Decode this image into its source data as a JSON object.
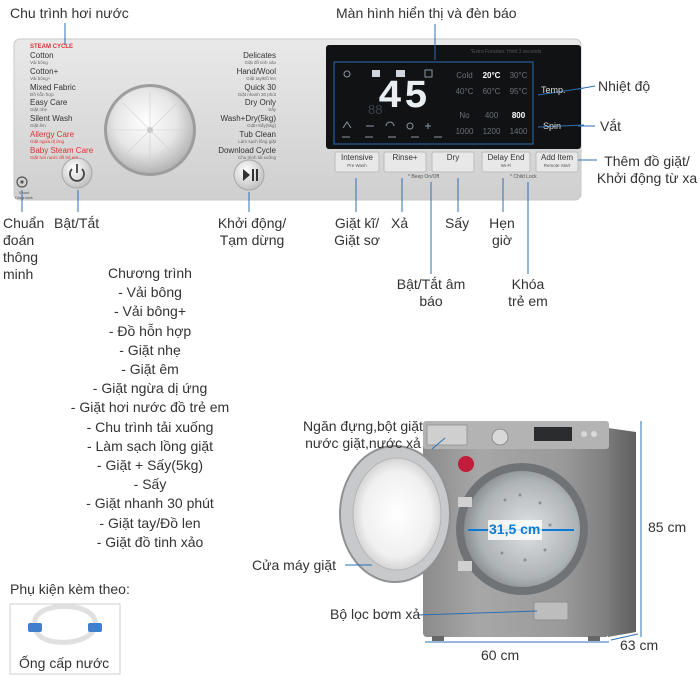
{
  "labels": {
    "steam_cycle": "Chu trình hơi nước",
    "display": "Màn hình hiển thị và đèn báo",
    "temp": "Nhiệt độ",
    "spin": "Vắt",
    "add_item": "Thêm đồ giặt/ Khởi động từ xa",
    "smart_diag": "Chuẩn đoán thông minh",
    "power": "Bật/Tắt",
    "start_pause": "Khởi động/ Tạm dừng",
    "intensive": "Giặt kĩ/ Giặt sơ",
    "rinse": "Xả",
    "dry": "Sấy",
    "delay": "Hẹn giờ",
    "beep": "Bật/Tắt âm báo",
    "child_lock": "Khóa trẻ em",
    "detergent": "Ngăn đựng,bột giặt nước giặt,nước xả",
    "door": "Cửa máy giặt",
    "filter": "Bộ lọc bơm xả",
    "accessories": "Phụ kiện kèm theo:",
    "hose": "Ống cấp nước",
    "drum_size": "31,5 cm",
    "height": "85 cm",
    "width": "60 cm",
    "depth": "63 cm"
  },
  "programs": {
    "title": "Chương trình",
    "items": [
      "- Vải bông",
      "- Vải bông+",
      "- Đồ hỗn hợp",
      "- Giặt nhẹ",
      "- Giặt êm",
      "- Giặt ngừa dị ứng",
      "- Giặt hơi nước đồ trẻ em",
      "- Chu trình tải xuống",
      "- Làm sạch lồng giặt",
      "- Giặt + Sấy(5kg)",
      "- Sấy",
      "- Giặt nhanh 30 phút",
      "- Giặt tay/Đồ len",
      "- Giặt đồ tinh xảo"
    ]
  },
  "panel": {
    "steam_header": "STEAM CYCLE",
    "left_programs": [
      {
        "name": "Cotton",
        "sub": "Vải bông"
      },
      {
        "name": "Cotton+",
        "sub": "Vải bông+"
      },
      {
        "name": "Mixed Fabric",
        "sub": "Đồ hỗn hợp"
      },
      {
        "name": "Easy Care",
        "sub": "Giặt nhẹ"
      },
      {
        "name": "Silent Wash",
        "sub": "Giặt êm"
      },
      {
        "name": "Allergy Care",
        "sub": "Giặt ngừa dị ứng"
      },
      {
        "name": "Baby Steam Care",
        "sub": "Giặt hơi nước đồ trẻ em"
      }
    ],
    "right_programs": [
      {
        "name": "Delicates",
        "sub": "Giặt đồ tinh xảo"
      },
      {
        "name": "Hand/Wool",
        "sub": "Giặt tay/Đồ len"
      },
      {
        "name": "Quick 30",
        "sub": "Giặt nhanh 30 phút"
      },
      {
        "name": "Dry Only",
        "sub": "Sấy"
      },
      {
        "name": "Wash+Dry(5kg)",
        "sub": "Giặt+Sấy(5kg)"
      },
      {
        "name": "Tub Clean",
        "sub": "Làm sạch lồng giặt"
      },
      {
        "name": "Download Cycle",
        "sub": "Chu trình tải xuống"
      }
    ],
    "extra_note": "*Extra Function: Hold 3 seconds",
    "digits": "45",
    "temp_values": [
      "Cold",
      "20°C",
      "30°C",
      "40°C",
      "60°C",
      "95°C"
    ],
    "spin_values": [
      "No",
      "400",
      "800",
      "1000",
      "1200",
      "1400"
    ],
    "display_temp_tag": "Temp.",
    "display_spin_tag": "Spin",
    "buttons": [
      {
        "label": "Intensive",
        "sub": "Pre Wash"
      },
      {
        "label": "Rinse+",
        "sub": ""
      },
      {
        "label": "Dry",
        "sub": ""
      },
      {
        "label": "Delay End",
        "sub": "Wi-Fi"
      },
      {
        "label": "Add Item",
        "sub": "Remote Start"
      }
    ],
    "beep_tag": "* Beep On/Off",
    "lock_tag": "* Child Lock",
    "smart_tag": "Smart Diagnosis"
  }
}
